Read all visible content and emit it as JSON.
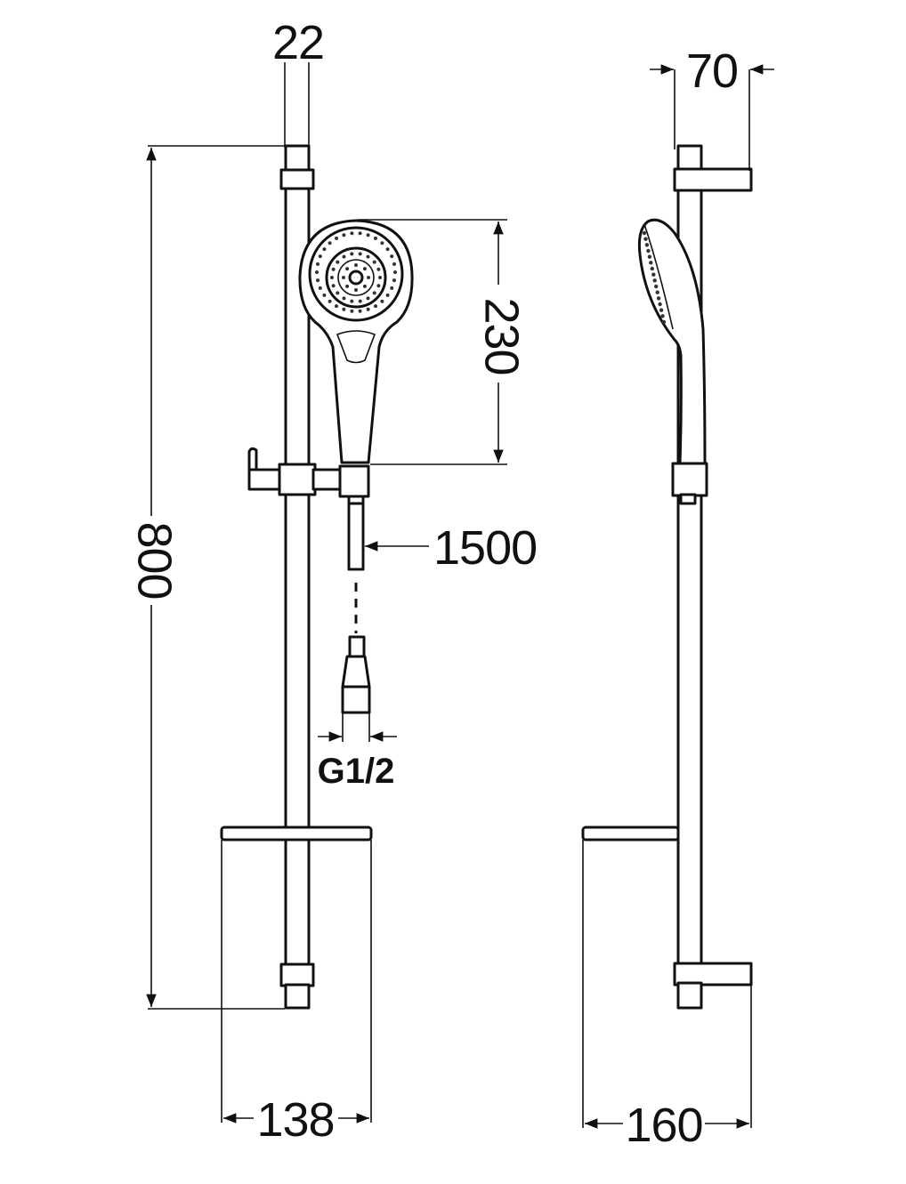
{
  "dimensions": {
    "rail_diameter": "22",
    "wall_projection": "70",
    "handshower_length": "230",
    "hose_length": "1500",
    "total_height": "800",
    "thread": "G1/2",
    "shelf_width": "138",
    "shelf_depth": "160"
  }
}
